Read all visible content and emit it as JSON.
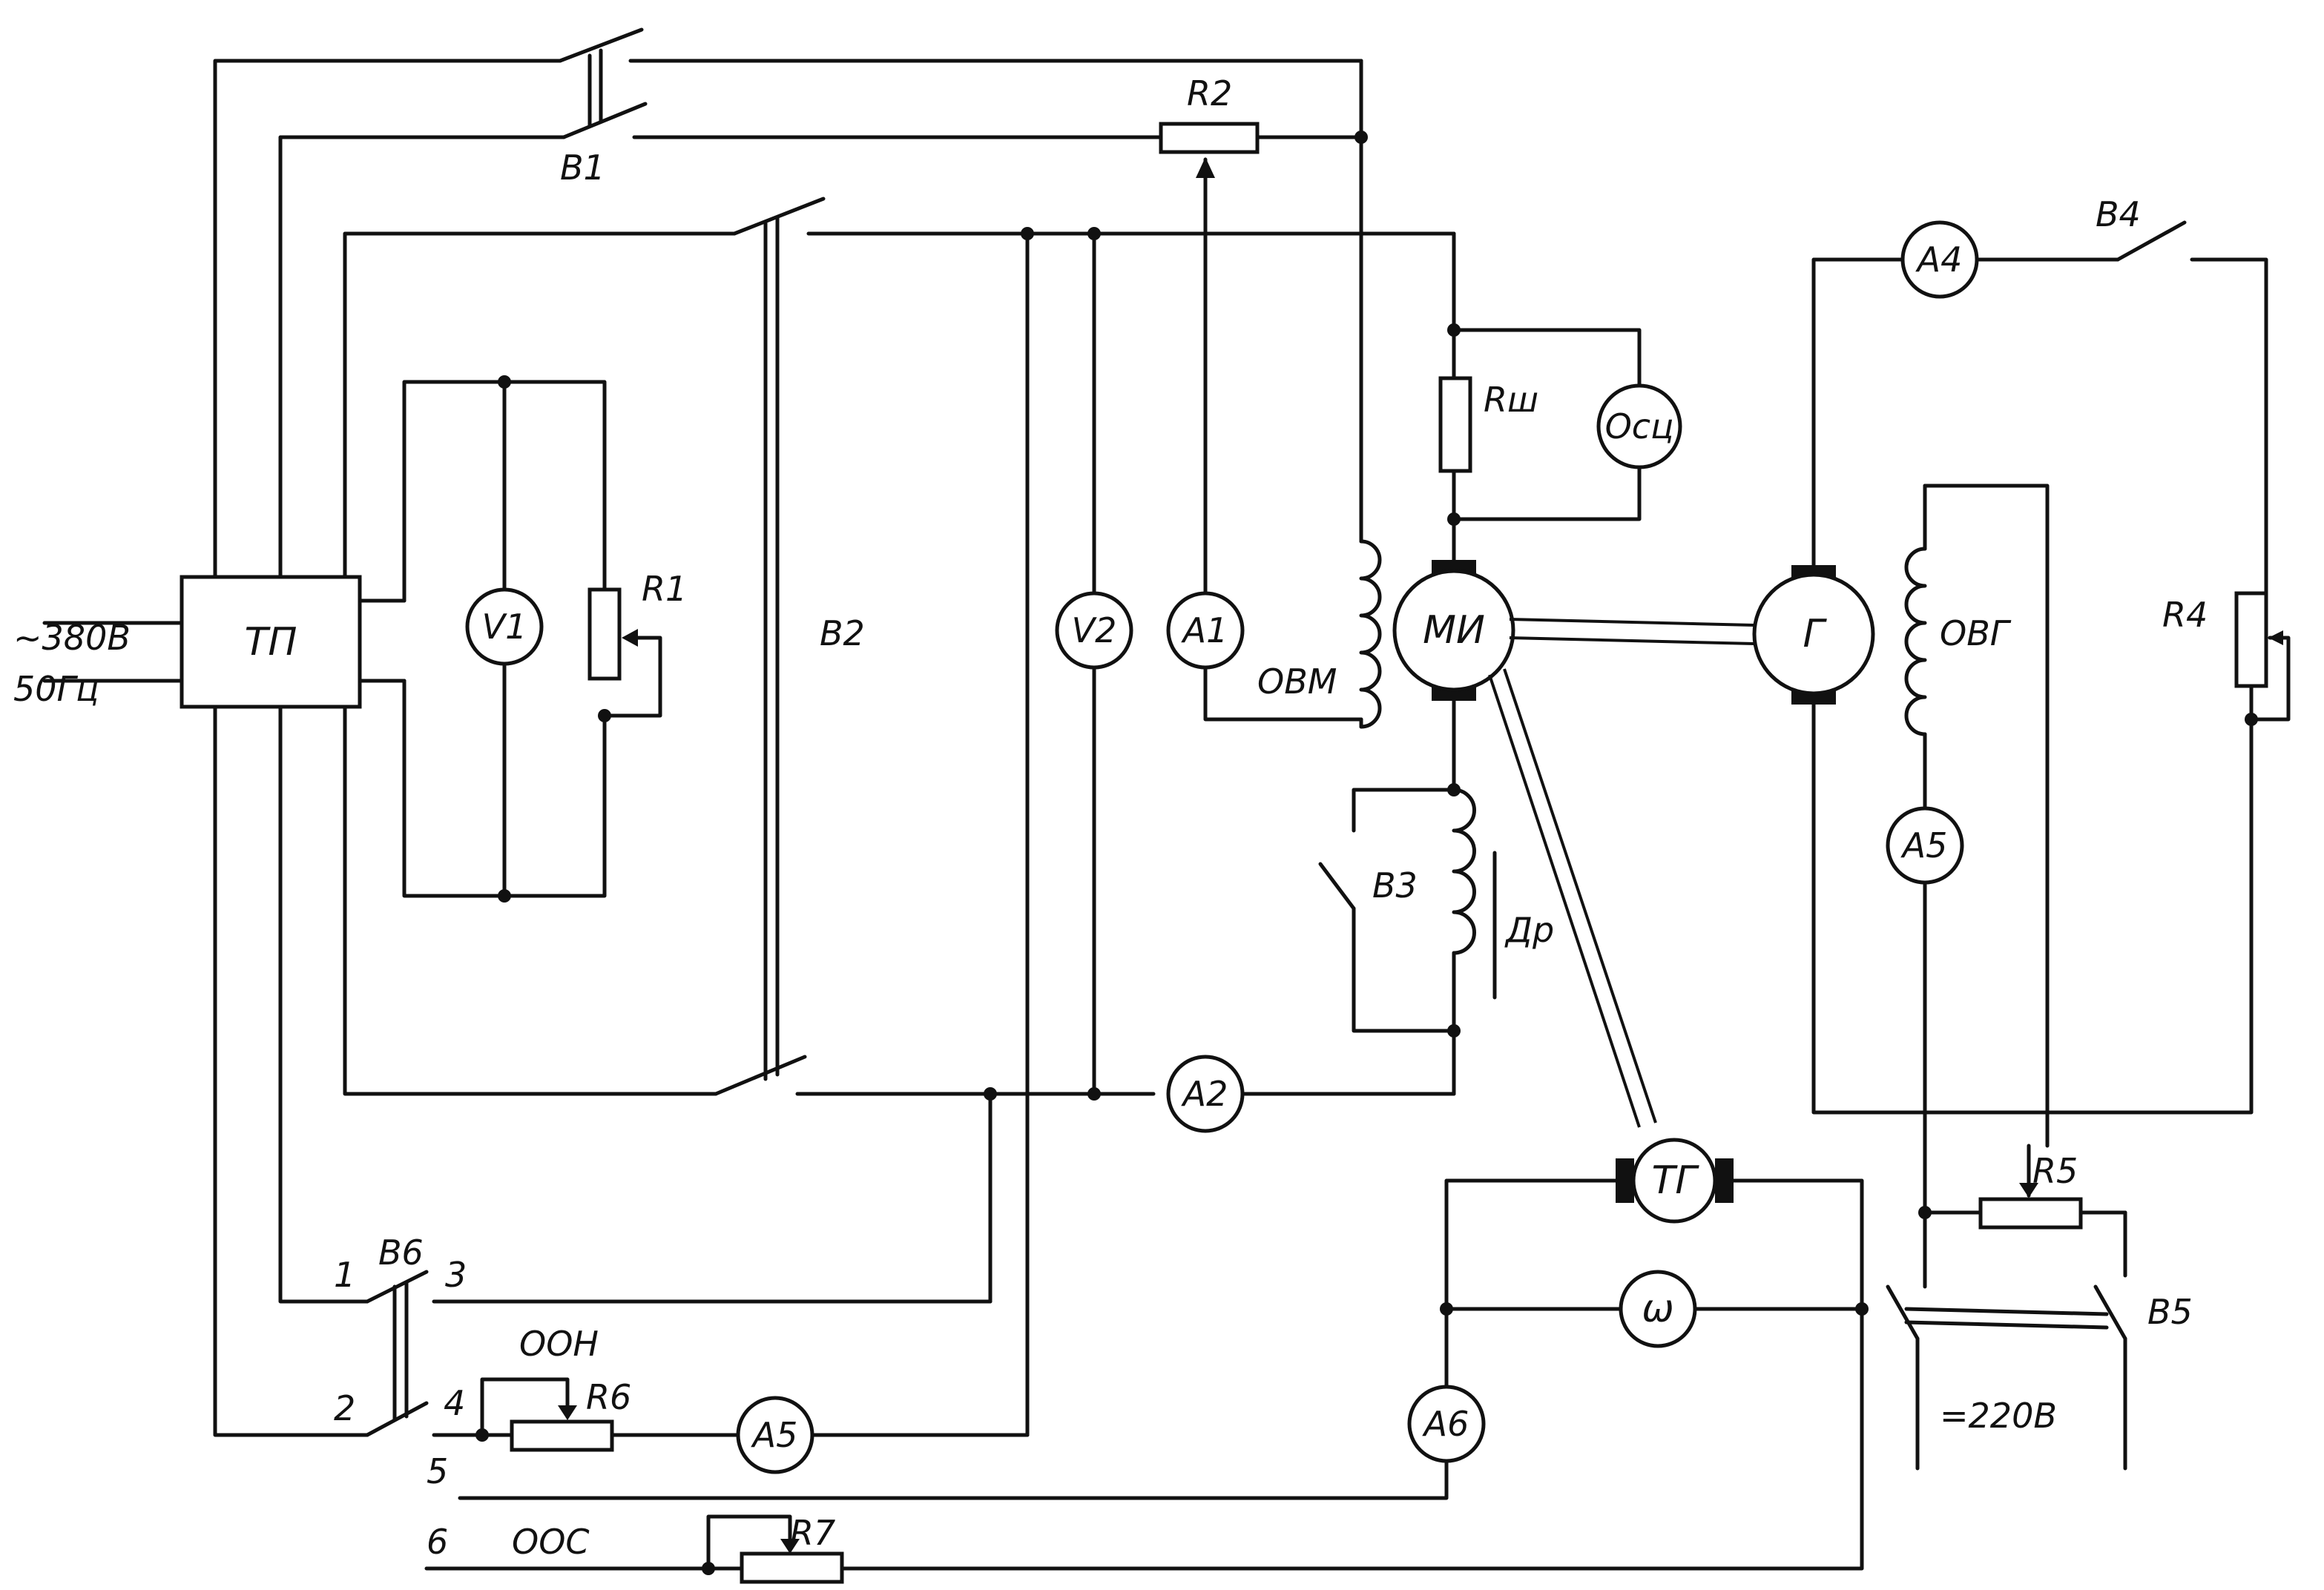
{
  "supply": {
    "voltage": "~380В",
    "frequency": "50Гц",
    "dc": "=220В"
  },
  "converter": {
    "label": "ТП"
  },
  "switches": {
    "b1": "В1",
    "b2": "В2",
    "b3": "В3",
    "b4": "В4",
    "b5": "В5",
    "b6": "В6"
  },
  "switch_contacts": {
    "c1": "1",
    "c2": "2",
    "c3": "3",
    "c4": "4",
    "c5": "5",
    "c6": "6"
  },
  "resistors": {
    "r1": "R1",
    "r2": "R2",
    "r4": "R4",
    "r5": "R5",
    "r6": "R6",
    "r7": "R7",
    "rsh": "Rш"
  },
  "meters": {
    "v1": "V1",
    "v2": "V2",
    "a1": "A1",
    "a2": "A2",
    "a4": "A4",
    "a5_top": "A5",
    "a5_bottom": "A5",
    "a6": "A6",
    "osc": "Осц",
    "omega": "ω"
  },
  "machines": {
    "motor": "МИ",
    "generator": "Г",
    "tacho": "ТГ"
  },
  "windings": {
    "motor_field": "ОВМ",
    "gen_field": "ОВГ",
    "choke": "Др"
  },
  "feedback": {
    "voltage": "ООН",
    "speed": "ООС"
  }
}
